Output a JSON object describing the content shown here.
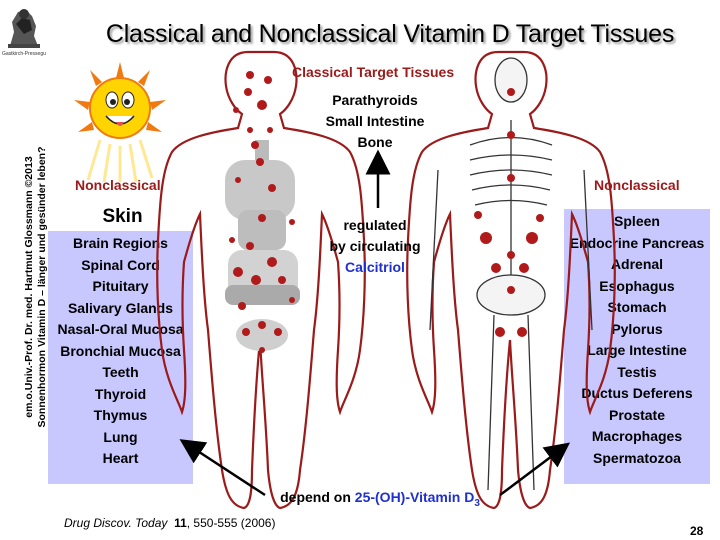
{
  "slide": {
    "title": "Classical and Nonclassical Vitamin D Target Tissues",
    "side_text_line1": "em.o.Univ.-Prof. Dr. med. Hartmut Glossmann ©2013",
    "side_text_line2": "Sonnenhormon Vitamin D – länger und gesünder leben?",
    "logo_caption": "Gastkirch-Presseguide",
    "classical_label": "Classical Target Tissues",
    "classical_items": [
      "Parathyroids",
      "Small Intestine",
      "Bone"
    ],
    "regulated_line1": "regulated",
    "regulated_line2": "by circulating",
    "calcitriol": "Calcitriol",
    "left_label": "Nonclassical",
    "right_label": "Nonclassical",
    "skin_label": "Skin",
    "left_items": [
      "Brain Regions",
      "Spinal Cord",
      "Pituitary",
      "Salivary Glands",
      "Nasal-Oral Mucosa",
      "Bronchial Mucosa",
      "Teeth",
      "Thyroid",
      "Thymus",
      "Lung",
      "Heart"
    ],
    "right_items": [
      "Spleen",
      "Endocrine Pancreas",
      "Adrenal",
      "Esophagus",
      "Stomach",
      "Pylorus",
      "Large Intestine",
      "Testis",
      "Ductus Deferens",
      "Prostate",
      "Macrophages",
      "Spermatozoa"
    ],
    "depend_prefix": "depend on ",
    "depend_compound": "25-(OH)-Vitamin D",
    "depend_subscript": "3",
    "ref_journal": "Drug Discov. Today",
    "ref_volume": "11",
    "ref_rest": ", 550-555 (2006)",
    "page_number": "28",
    "colors": {
      "title_shadow": "#9a9a9a",
      "nonclassical_red": "#9b1a1a",
      "box_lavender": "#c8c8ff",
      "calcitriol_blue": "#1f2fd0",
      "body_outline": "#9b1a1a",
      "target_dot": "#b01a1a",
      "sun_yellow": "#ffd400",
      "sun_orange": "#f07a10"
    }
  }
}
